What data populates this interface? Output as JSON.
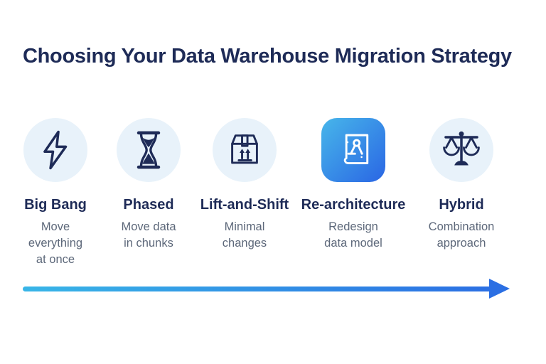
{
  "title": "Choosing Your Data Warehouse Migration Strategy",
  "strategies": [
    {
      "label": "Big Bang",
      "description": "Move\neverything\nat once",
      "icon": "lightning-icon",
      "highlighted": false
    },
    {
      "label": "Phased",
      "description": "Move data\nin chunks",
      "icon": "hourglass-icon",
      "highlighted": false
    },
    {
      "label": "Lift-and-Shift",
      "description": "Minimal\nchanges",
      "icon": "shipping-box-icon",
      "highlighted": false
    },
    {
      "label": "Re-architecture",
      "description": "Redesign\ndata model",
      "icon": "blueprint-compass-icon",
      "highlighted": true
    },
    {
      "label": "Hybrid",
      "description": "Combination\napproach",
      "icon": "balance-scales-icon",
      "highlighted": false
    }
  ],
  "arrow": {
    "direction": "left-to-right"
  },
  "colors": {
    "title_text": "#1e2b57",
    "label_text": "#1e2b57",
    "description_text": "#5d687a",
    "icon_stroke": "#1e2b57",
    "circle_background": "#e8f2fa",
    "highlight_tile_gradient_start": "#47b6ea",
    "highlight_tile_gradient_end": "#2a66e4",
    "arrow_gradient_start": "#38b5e7",
    "arrow_gradient_end": "#2b6fe3",
    "background": "#ffffff"
  }
}
